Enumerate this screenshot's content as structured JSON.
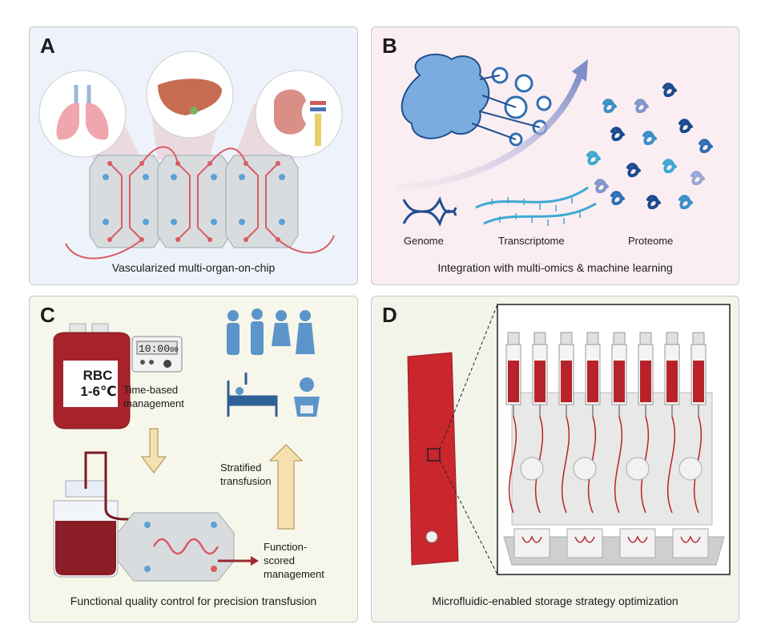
{
  "panels": {
    "a": {
      "letter": "A",
      "caption": "Vascularized multi-organ-on-chip"
    },
    "b": {
      "letter": "B",
      "caption": "Integration with multi-omics & machine learning",
      "labels": {
        "genome": "Genome",
        "transcriptome": "Transcriptome",
        "proteome": "Proteome"
      }
    },
    "c": {
      "letter": "C",
      "caption": "Functional quality control for precision transfusion",
      "bag_label_1": "RBC",
      "bag_label_2": "1-6℃",
      "timer_text": "10:00",
      "timer_small": "00",
      "time_line_1": "Time-based",
      "time_line_2": "management",
      "strat_line_1": "Stratified",
      "strat_line_2": "transfusion",
      "func_line_1": "Function-",
      "func_line_2": "scored",
      "func_line_3": "management"
    },
    "d": {
      "letter": "D",
      "caption": "Microfluidic-enabled storage strategy optimization"
    }
  },
  "colors": {
    "blood": "#b8232b",
    "chip": "#d9dcdf",
    "brain": "#6f9fd6",
    "accent_blue": "#2d7fc0"
  }
}
